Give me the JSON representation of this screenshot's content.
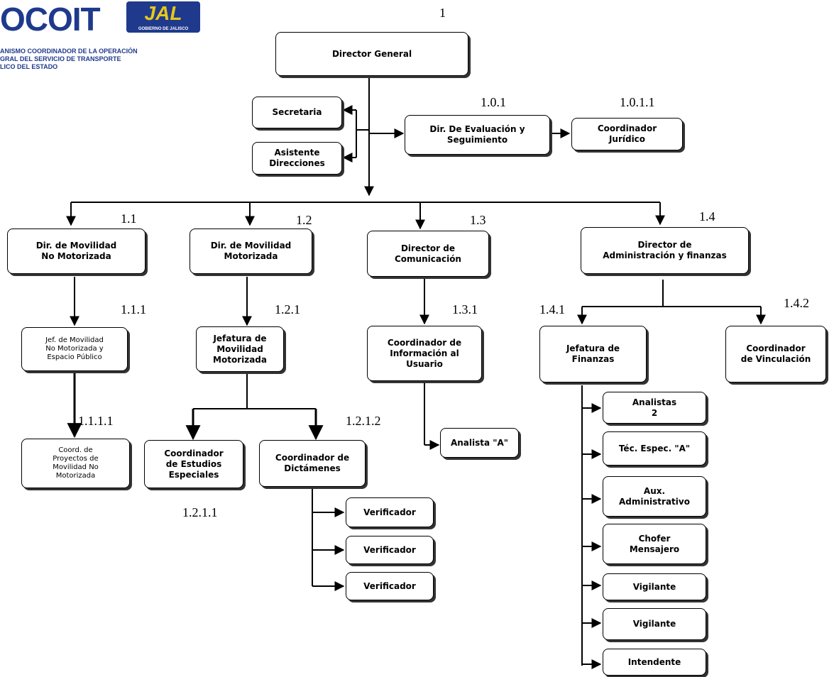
{
  "logo": {
    "mark": "OCOIT",
    "jal": "JAL",
    "gov": "GOBIERNO DE JALISCO",
    "subtitle": "ANISMO COORDINADOR DE LA OPERACIÓN\nGRAL DEL SERVICIO DE TRANSPORTE\nLICO DEL ESTADO"
  },
  "nodes": {
    "director_general": "Director General",
    "secretaria": "Secretaria",
    "asistente": "Asistente\nDirecciones",
    "dir_evaluacion": "Dir. De Evaluación y\nSeguimiento",
    "coord_juridico": "Coordinador\nJurídico",
    "dir_no_motorizada": "Dir. de Movilidad\nNo Motorizada",
    "dir_motorizada": "Dir. de Movilidad\nMotorizada",
    "dir_comunicacion": "Director de\nComunicación",
    "dir_admin": "Director de\nAdministración y finanzas",
    "jef_no_motorizada": "Jef. de Movilidad\nNo Motorizada y\nEspacio Público",
    "jef_motorizada": "Jefatura de\nMovilidad\nMotorizada",
    "coord_info": "Coordinador de\nInformación al\nUsuario",
    "jef_finanzas": "Jefatura de\nFinanzas",
    "coord_vinculacion": "Coordinador\nde Vinculación",
    "coord_proyectos": "Coord. de\nProyectos de\nMovilidad No\nMotorizada",
    "coord_estudios": "Coordinador\nde Estudios\nEspeciales",
    "coord_dictamenes": "Coordinador de\nDictámenes",
    "analista_a": "Analista \"A\"",
    "verificador_1": "Verificador",
    "verificador_2": "Verificador",
    "verificador_3": "Verificador",
    "analistas": "Analistas\n2",
    "tec_espec": "Téc. Espec. \"A\"",
    "aux_admin": "Aux.\nAdministrativo",
    "chofer": "Chofer\nMensajero",
    "vigilante_1": "Vigilante",
    "vigilante_2": "Vigilante",
    "intendente": "Intendente"
  },
  "numbers": {
    "n1": "1",
    "n101": "1.0.1",
    "n1011": "1.0.1.1",
    "n11": "1.1",
    "n12": "1.2",
    "n13": "1.3",
    "n14": "1.4",
    "n111": "1.1.1",
    "n121": "1.2.1",
    "n131": "1.3.1",
    "n141": "1.4.1",
    "n142": "1.4.2",
    "n1111": "1.1.1.1",
    "n1212": "1.2.1.2",
    "n1211": "1.2.1.1"
  }
}
